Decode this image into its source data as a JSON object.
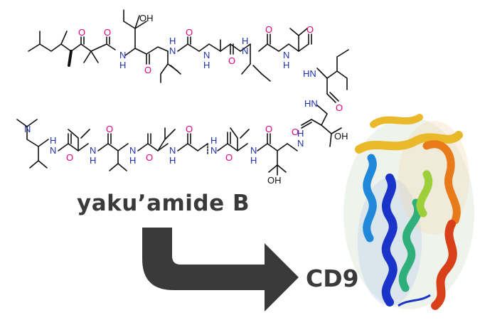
{
  "compound_name": "yaku’amide B",
  "target_name": "CD9",
  "atom_labels": {
    "O": "O",
    "N": "N",
    "NH": "N\nH",
    "HN": "HN",
    "OH": "OH"
  },
  "colors": {
    "oxygen": "#e0007a",
    "nitrogen": "#1f2fb5",
    "bond": "#111111",
    "arrow": "#3a3a3a",
    "text": "#3a3a3a"
  },
  "protein_colors": [
    "#1a33c8",
    "#1f88d8",
    "#2fb07a",
    "#9ccf3a",
    "#e9b92a",
    "#e87a1a",
    "#d8401a"
  ]
}
